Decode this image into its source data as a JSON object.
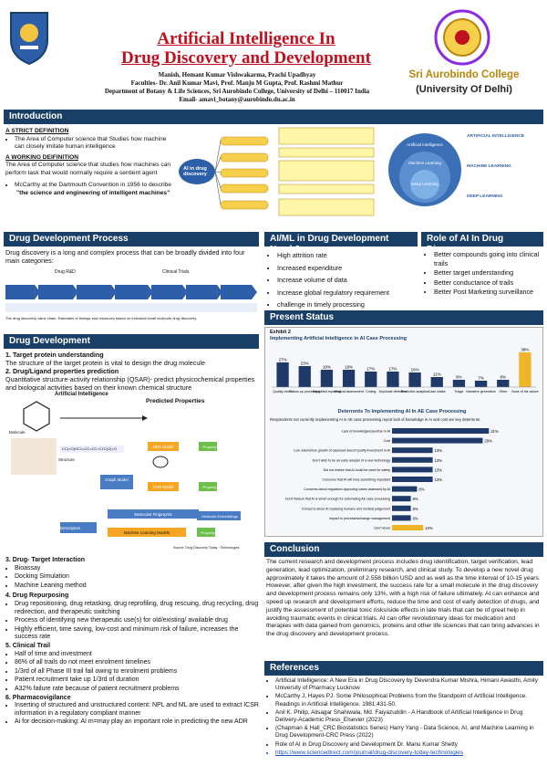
{
  "header": {
    "title_line1": "Artificial Intelligence In",
    "title_line2": "Drug Discovery and Development",
    "authors": "Manish, Hemant Kumar Vishwakarma, Prachi Upadhyay",
    "faculties": "Faculties- Dr. Anil Kumar Mavi, Prof. Manju M Gupta, Prof. Rashmi Mathur",
    "department": "Department of Botany & Life Sciences, Sri Aurobindo College, University of Delhi – 110017 India",
    "email": "Email- amavi_botany@aurobindo.du.ac.in",
    "college": "Sri Aurobindo College",
    "university": "(University Of Delhi)"
  },
  "intro": {
    "heading": "Introduction",
    "def1_title": "A STRICT DEFINITION",
    "def1_text": "The Area of Computer science that Studies how machine can closely imitate human intelligence",
    "def2_title": "A WORKING DEIFINITION",
    "def2_text": "The Area of Computer science  that  studies how machines can perform  task that would normally require a sentient  agent",
    "mccarthy": "McCarthy at the Dartmouth Convention in 1956 to describe",
    "quote": "\"the science and engineering of intelligent machines\"",
    "diagram_center": "AI in drug discovery",
    "ai_label": "Artificial Intelligence",
    "ml_label": "Machine Learning",
    "dl_label": "Deep Learning",
    "ai_title": "ARTIFICIAL INTELLIGENCE",
    "ml_title": "MACHINE LEARNING",
    "dl_title": "DEEP LEARNING"
  },
  "ddp": {
    "heading": "Drug Development Process",
    "text": "Drug discovery is a long and complex process that can be broadly divided into four main categories:",
    "rd": "Drug R&D",
    "trials": "Clinical Trials",
    "caption": "The drug discovery value chain: Estimates of timings and resources based on industrial small molecule drug discovery."
  },
  "need": {
    "heading": "AI/ML in Drug Development Need ?",
    "items": [
      "High attrition rate",
      "Increased expenditure",
      "Increase volume of data",
      "Increase global regulatory requirement",
      "challenge in timely processing"
    ]
  },
  "role": {
    "heading": "Role of AI In Drug Discovery",
    "items": [
      "Better compounds going into clinical trails",
      "Better target understanding",
      "Better conductance of trails",
      "Better Post Marketing surveillance"
    ]
  },
  "present": {
    "heading": "Present Status",
    "exhibit": "Exhibit 2",
    "exhibit_title": "Implementing Artificial Intelligence in AI Case Processing",
    "chart1_title": "Deterrents To Implementing AI In AE Case Processing",
    "chart2_sub": "Respondents not currently implementing AI in AE case processing report lack of knowledge in AI and cost are key deterrents."
  },
  "chart_data": [
    {
      "type": "bar",
      "categories": [
        "Quality check",
        "Follow-up processing",
        "Expedited reporting",
        "Medical assessment",
        "Coding",
        "Duplicate detection",
        "Predictive analytics",
        "Case intake",
        "Triage",
        "Narrative generation",
        "Other",
        "None of the above"
      ],
      "values": [
        27,
        23,
        19,
        19,
        17,
        17,
        16,
        11,
        8,
        7,
        8,
        38
      ],
      "ylim": [
        0,
        40
      ]
    },
    {
      "type": "bar",
      "categories": [
        "Lack of knowledge/expertise in AI",
        "Cost",
        "Low volume/low growth of caseload doesn't justify investment in AI",
        "Don't wish to be an early adopter of a new technology",
        "Did not realize that AI could be used for safety",
        "Concerns that AI will miss something important",
        "Concerns about regulators approving cases assessed by AI",
        "Don't believe that AI is smart enough for automating AE case processing",
        "Concerns about AI replacing humans and medical judgement",
        "Impact to processes/change management",
        "Don't know"
      ],
      "values": [
        31,
        29,
        13,
        13,
        13,
        13,
        8,
        6,
        6,
        6,
        10
      ],
      "ylim": [
        0,
        35
      ]
    }
  ],
  "dd": {
    "heading": "Drug Development",
    "s1_title": "1. Target protein understanding",
    "s1_text": "The structure of the target protein is vital to design the drug molecule",
    "s2_title": "2. Drug/Ligand properties prediction",
    "s2_text": "Quantitative structure-activity relationship (QSAR)- predict physicochemical properties and biological activities based on their known chemical structure",
    "ai_arrow": "Artificial Intelligence",
    "pred_props": "Predicted Properties",
    "smiles": "CC(=O)OC1=CC=CC=C1C(O)=O",
    "dnn": "DNN Model",
    "cnn": "CNN Model",
    "gnn": "Graph Model",
    "property": "Property",
    "mol_fp": "Molecular Fingerprint",
    "mol_emb": "Molecule Embeddings",
    "ml_models": "Machine Learning Models",
    "molecule": "Molecule",
    "structure": "Structure",
    "descriptors": "Descriptors",
    "source": "Source: Drug Discovery Today · Technologies",
    "s3_title": "3. Drug- Target Interaction",
    "s3_items": [
      "Bioassay",
      "Docking Simulation",
      "Machine Leaning method"
    ],
    "s4_title": "4. Drug Repurposing",
    "s4_items": [
      "Drug repositioning, drug retasking, drug reprofiling, drug rescuing, drug recycling, drug redirection, and therapeutic switching",
      "Process of identifying new therapeutic use(s) for old/existing/ available drug",
      "Highly efficient, time saving, low-cost and minimum risk of failure, increases the success rate"
    ],
    "s5_title": "5. Clinical Trail",
    "s5_items": [
      "Half of time and investment",
      "86% of all trails do not meet enrolment timelines",
      "1/3rd of all Phase III trail fail owing to enrolment problems",
      "Patient recruitment take up 1/3rd of duration",
      "A32% failure rate because of patient recruitment problems"
    ],
    "s6_title": "6. Pharmacovigilance",
    "s6_items": [
      "Inserting of structured and unstructured content: NPL and ML are used to extract ICSR information in a regulatory compliant manner",
      "Ai for decision-making: AI m=may play an important role in predicting the new ADR"
    ]
  },
  "conclusion": {
    "heading": "Conclusion",
    "text": "The current research and development process includes drug identification, target verification, lead generation, lead optimization, preliminary research, and clinical study. To develop a new novel drug approximately it takes the amount of 2.558 billion USD and as well as the time interval of 10-15 years. However, after given the high investment, the success rate for a small molecule in the drug discovery and development process remains only 13%, with a high risk of failure ultimately. AI can enhance and speed up research and development efforts, reduce the time and cost of early detection of drugs, and justify the assessment of potential toxic risks/side effects in late trials that can be of great help in avoiding traumatic events in clinical trials. AI can offer revolutionary ideas for medication and therapies with data gained from genomics, proteins and other life sciences that can bring advances in the drug discovery and development process."
  },
  "references": {
    "heading": "References",
    "items": [
      "Artificial Intelligence: A New Era in Drug Discovery by Devendra Kumar Mishra, Himani Awasthi, Amity University of Pharmacy Lucknow",
      "McCarthy J, Hayes PJ. Some Philosophical Problems from the Standpoint of Artificial Intelligence. Readings in Artificial Intelligence. 1981:431-50.",
      "Anil K. Philip, Alisagar Shahiwala, Md. Faiyazuddin - A Handbook of Artificial Intelligence in Drug Delivery-Academic Press_Elsevier (2023)",
      "(Chapman & Hall_CRC Biostatistics Series) Harry Yang - Data Science, AI, and Machine Learning in Drug Development-CRC Press (2022)",
      "Role of AI in Drug Discovery and Development Dr. Manu Kumar Shetty",
      "https://www.sciencedirect.com/journal/drug-discovery-today-technologies"
    ]
  }
}
